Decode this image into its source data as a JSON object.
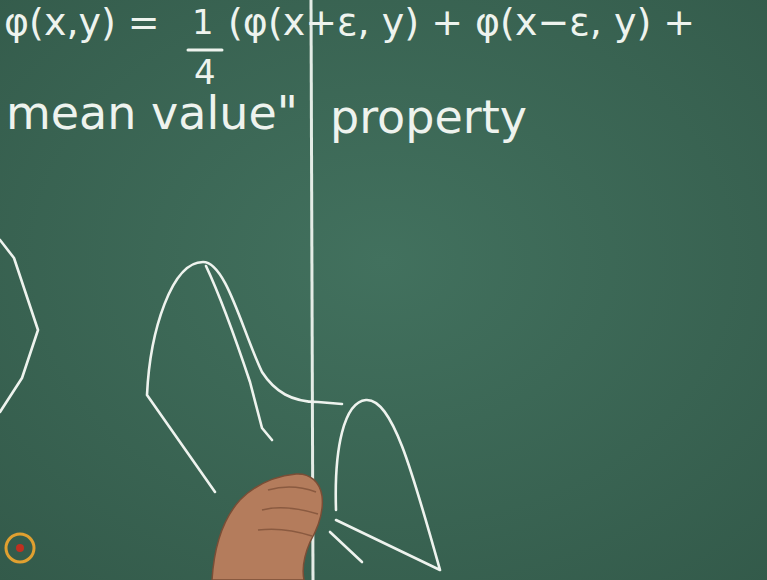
{
  "diagram": {
    "labels": [
      "φ(x,y) =",
      "1",
      "4",
      "(φ(x+ε, y) + φ(x−ε, y) +",
      "mean value\"",
      "property"
    ]
  }
}
